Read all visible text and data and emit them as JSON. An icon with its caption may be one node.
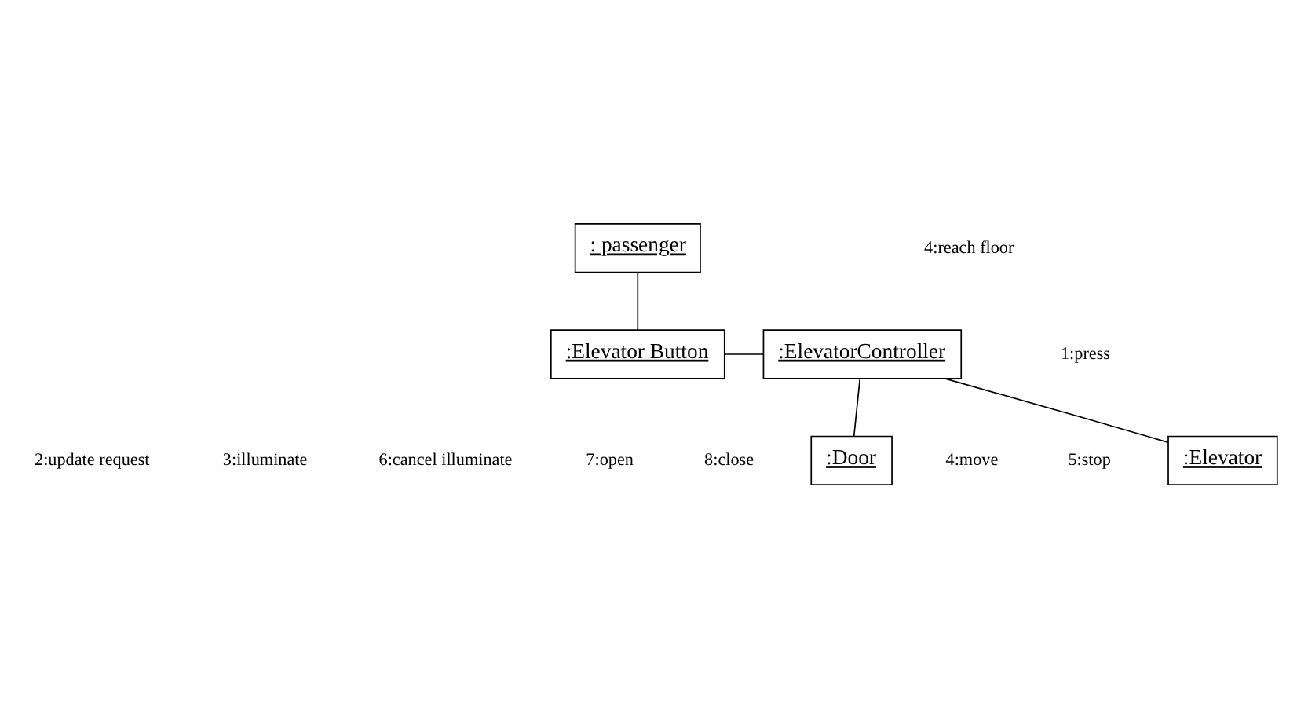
{
  "diagram": {
    "nodes": [
      {
        "text": [
          ": passenger"
        ]
      },
      {
        "text": [
          ":Elevator Button"
        ]
      },
      {
        "text": [
          ":ElevatorController"
        ]
      },
      {
        "text": [
          ":Elevator"
        ]
      },
      {
        "text": [
          ":Door"
        ]
      }
    ],
    "edges": [
      {
        "from": 0,
        "to": 1,
        "arrow": "none"
      },
      {
        "from": 1,
        "to": 2,
        "arrow": "none"
      },
      {
        "from": 2,
        "to": 3,
        "arrow": "none"
      },
      {
        "from": 2,
        "to": 4,
        "arrow": "none"
      }
    ],
    "labels": [
      "1:press",
      "2:update request",
      "3:illuminate",
      "4:move",
      "5:stop",
      "7:open",
      "6:cancel illuminate",
      "8:close",
      "4:reach floor"
    ]
  }
}
